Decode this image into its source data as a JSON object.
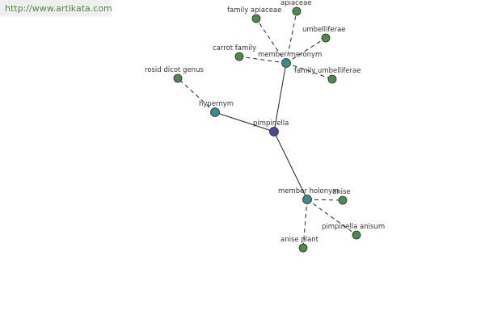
{
  "banner": {
    "url": "http://www.artikata.com"
  },
  "graph": {
    "colors": {
      "center": "#4a4a96",
      "relation": "#3d8a8a",
      "leaf": "#4b8c4a"
    },
    "nodes": [
      {
        "id": "pimpinella",
        "label": "pimpinella",
        "kind": "center"
      },
      {
        "id": "hypernym",
        "label": "hypernym",
        "kind": "relation"
      },
      {
        "id": "member-meronym",
        "label": "member meronym",
        "kind": "relation"
      },
      {
        "id": "member-holonym",
        "label": "member holonym",
        "kind": "relation"
      },
      {
        "id": "rosid-dicot-genus",
        "label": "rosid dicot genus",
        "kind": "leaf"
      },
      {
        "id": "family-apiaceae",
        "label": "family apiaceae",
        "kind": "leaf"
      },
      {
        "id": "apiaceae",
        "label": "apiaceae",
        "kind": "leaf"
      },
      {
        "id": "umbelliferae",
        "label": "umbelliferae",
        "kind": "leaf"
      },
      {
        "id": "carrot-family",
        "label": "carrot family",
        "kind": "leaf"
      },
      {
        "id": "family-umbelliferae",
        "label": "family umbelliferae",
        "kind": "leaf"
      },
      {
        "id": "anise",
        "label": "anise",
        "kind": "leaf"
      },
      {
        "id": "pimpinella-anisum",
        "label": "pimpinella anisum",
        "kind": "leaf"
      },
      {
        "id": "anise-plant",
        "label": "anise plant",
        "kind": "leaf"
      }
    ],
    "edges": [
      {
        "from": "pimpinella",
        "to": "hypernym",
        "style": "solid"
      },
      {
        "from": "pimpinella",
        "to": "member-meronym",
        "style": "solid"
      },
      {
        "from": "pimpinella",
        "to": "member-holonym",
        "style": "solid"
      },
      {
        "from": "hypernym",
        "to": "rosid-dicot-genus",
        "style": "dashed"
      },
      {
        "from": "member-meronym",
        "to": "family-apiaceae",
        "style": "dashed"
      },
      {
        "from": "member-meronym",
        "to": "apiaceae",
        "style": "dashed"
      },
      {
        "from": "member-meronym",
        "to": "umbelliferae",
        "style": "dashed"
      },
      {
        "from": "member-meronym",
        "to": "carrot-family",
        "style": "dashed"
      },
      {
        "from": "member-meronym",
        "to": "family-umbelliferae",
        "style": "dashed"
      },
      {
        "from": "member-holonym",
        "to": "anise",
        "style": "dashed"
      },
      {
        "from": "member-holonym",
        "to": "pimpinella-anisum",
        "style": "dashed"
      },
      {
        "from": "member-holonym",
        "to": "anise-plant",
        "style": "dashed"
      }
    ]
  }
}
